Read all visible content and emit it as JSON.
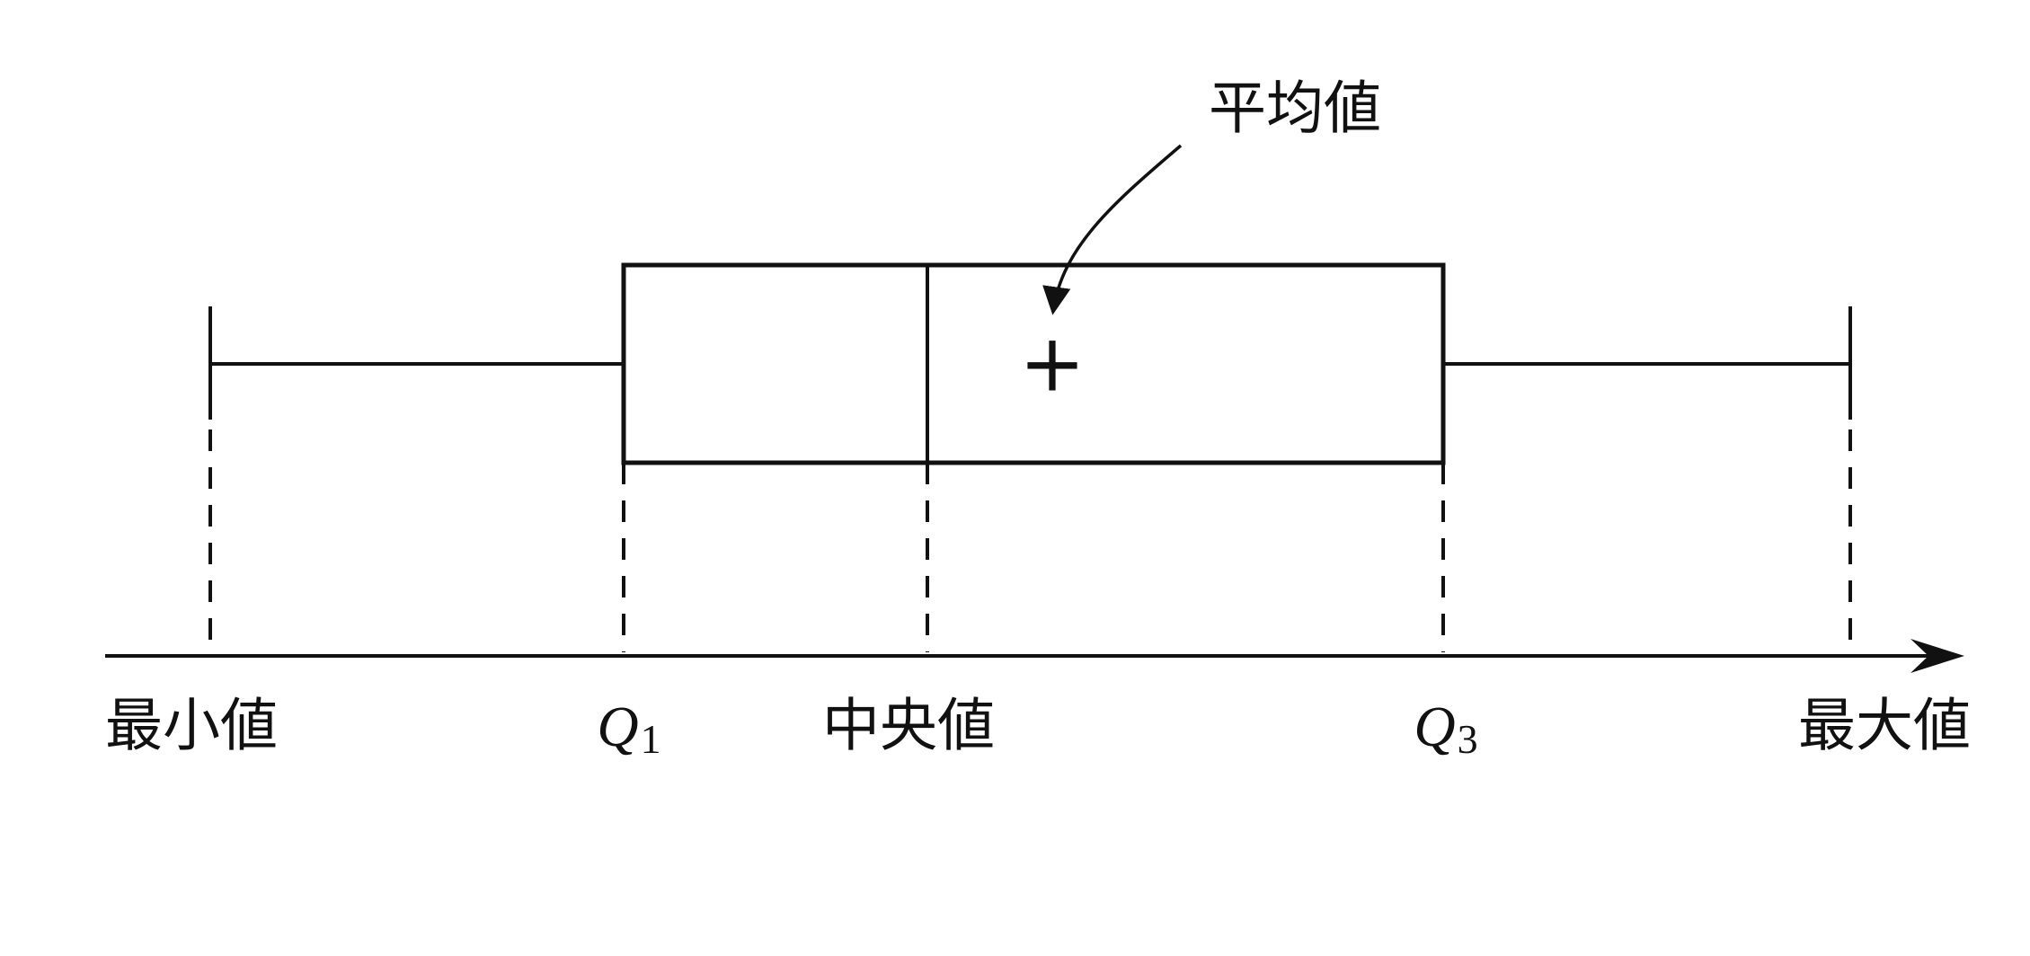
{
  "page": {
    "background": "#ffffff",
    "line_color": "#111111"
  },
  "diagram": {
    "type": "boxplot-anatomy",
    "axis_labels": {
      "min": "最小値",
      "q1_base": "Q",
      "q1_sub": "1",
      "median": "中央値",
      "q3_base": "Q",
      "q3_sub": "3",
      "max": "最大値"
    },
    "annotation": {
      "mean_label": "平均値",
      "mean_marker": "+"
    }
  },
  "chart_data": {
    "type": "boxplot",
    "orientation": "horizontal",
    "tick_labels": [
      "最小値",
      "Q1",
      "中央値",
      "Q3",
      "最大値"
    ],
    "annotations": [
      "平均値"
    ],
    "marked_points": [
      "mean"
    ]
  }
}
